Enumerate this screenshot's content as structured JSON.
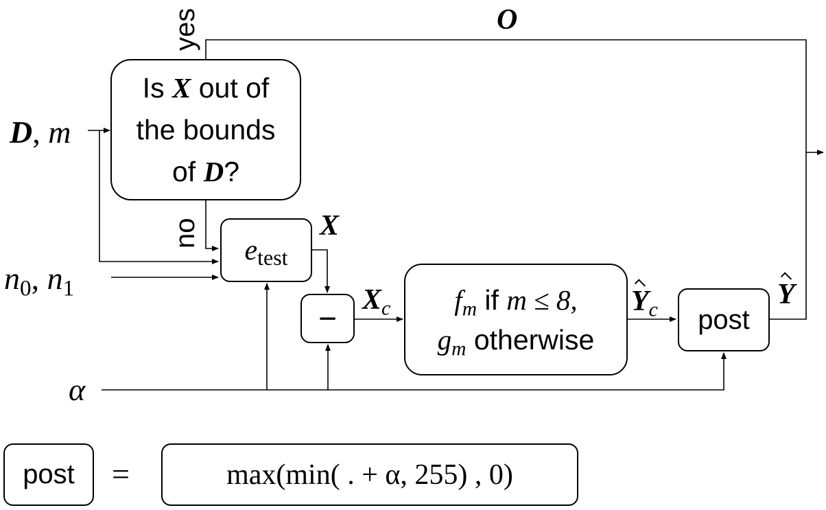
{
  "nodes": {
    "check": {
      "line1_a": "Is ",
      "line1_var": "X",
      "line1_b": " out of",
      "line2": "the bounds",
      "line3_a": "of ",
      "line3_var": "D",
      "line3_b": "?"
    },
    "etest": {
      "base": "e",
      "sub": "test"
    },
    "minus": {
      "symbol": "−"
    },
    "model": {
      "f": "f",
      "f_sub": "m",
      "if_text": " if ",
      "cond": "m ≤ 8,",
      "g": "g",
      "g_sub": "m",
      "otherwise": " otherwise"
    },
    "post": {
      "label": "post"
    }
  },
  "inputs": {
    "dm": {
      "D": "D",
      "sep": ", ",
      "m": "m"
    },
    "n": {
      "n0": "n",
      "n0_sub": "0",
      "sep": ", ",
      "n1": "n",
      "n1_sub": "1"
    },
    "alpha": "α"
  },
  "edge_labels": {
    "yes": "yes",
    "no": "no",
    "O": "O",
    "X": "X",
    "Xc": {
      "base": "X",
      "sub": "c"
    },
    "Yc": {
      "base": "Y",
      "sub": "c"
    },
    "Y": "Y"
  },
  "legend": {
    "post": "post",
    "equals": "=",
    "formula": "max(min( . + α, 255) , 0)"
  }
}
